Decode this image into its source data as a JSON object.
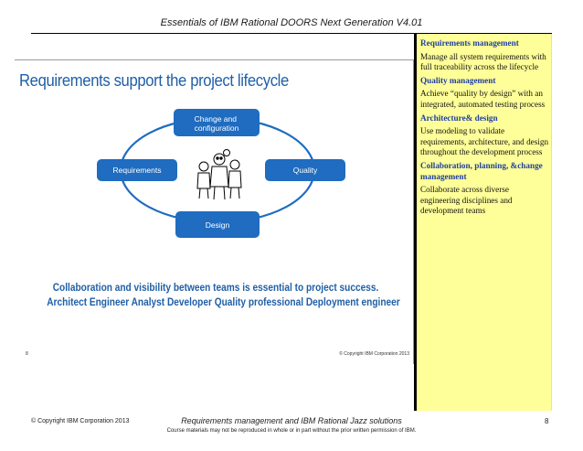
{
  "header": {
    "title": "Essentials of IBM Rational DOORS Next Generation V4.01"
  },
  "slide": {
    "title": "Requirements support the project lifecycle",
    "diagram": {
      "nodes": {
        "change": "Change and configuration",
        "requirements": "Requirements",
        "quality": "Quality",
        "design": "Design"
      },
      "colors": {
        "box": "#1f6cc0",
        "ring": "#1f6cc0"
      },
      "center_icon": "people-group-icon"
    },
    "caption_line1": "Collaboration and visibility between teams is essential to project success.",
    "caption_line2": "Architect Engineer Analyst Developer Quality professional Deployment engineer",
    "page_number": "8",
    "copyright": "© Copyright IBM Corporation 2013"
  },
  "notes": [
    {
      "heading": "Requirements management",
      "body": "Manage all system requirements with full traceability across the lifecycle"
    },
    {
      "heading": "Quality management",
      "body": "Achieve “quality by design” with an integrated, automated testing process"
    },
    {
      "heading": "Architecture& design",
      "body": "Use modeling to validate requirements, architecture, and design throughout the development process"
    },
    {
      "heading": "Collaboration, planning, &change management",
      "body": "Collaborate across diverse engineering disciplines and development teams"
    }
  ],
  "footer": {
    "copyright": "© Copyright IBM Corporation 2013",
    "course_title": "Requirements management and IBM Rational Jazz solutions",
    "page_number": "8",
    "note": "Course materials may not be reproduced in whole or in part without the prior written permission of IBM."
  }
}
